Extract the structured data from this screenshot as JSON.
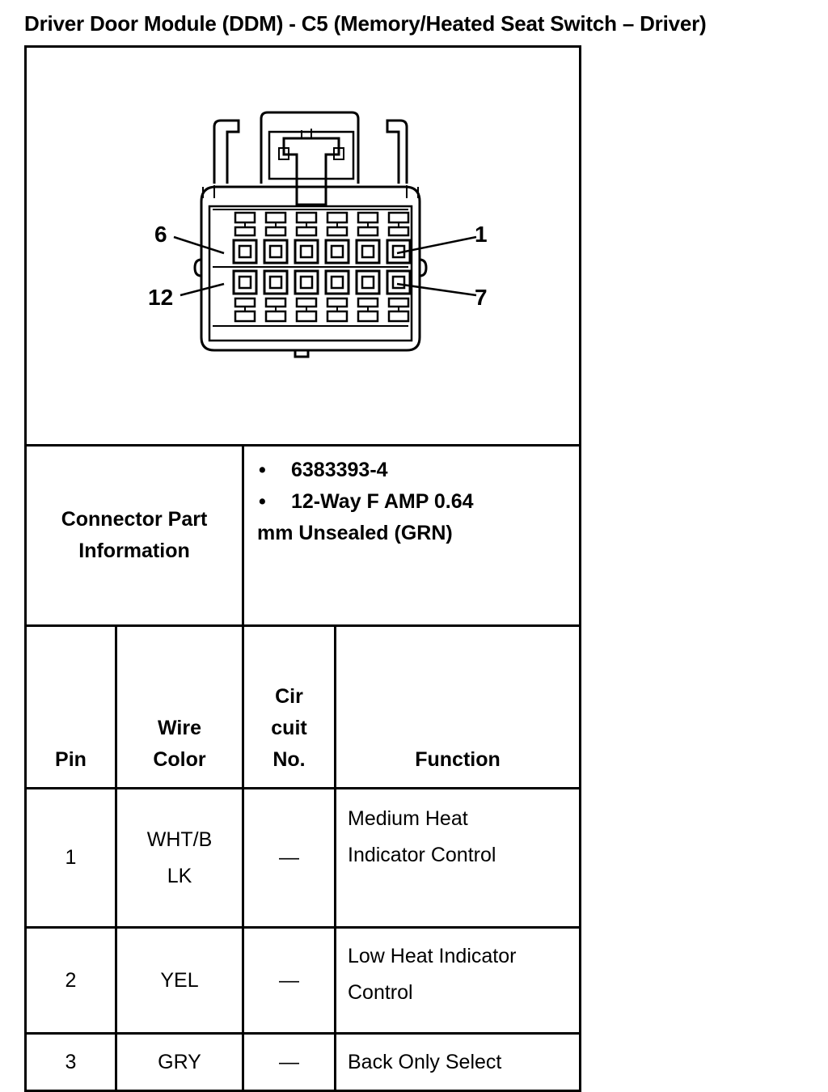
{
  "title": "Driver Door Module (DDM) - C5 (Memory/Heated Seat Switch – Driver)",
  "diagram": {
    "pin_labels": {
      "top_left": "6",
      "top_right": "1",
      "bottom_left": "12",
      "bottom_right": "7"
    }
  },
  "connector_info": {
    "label": [
      "Connector Part",
      "Information"
    ],
    "bullet": "•",
    "lines": [
      "6383393-4",
      "12-Way F AMP 0.64"
    ],
    "continuation": "mm Unsealed (GRN)"
  },
  "table": {
    "headers": {
      "pin": "Pin",
      "wire_color": [
        "Wire",
        "Color"
      ],
      "circuit": [
        "Cir",
        "cuit",
        "No."
      ],
      "function": "Function"
    },
    "rows": [
      {
        "pin": "1",
        "wire": [
          "WHT/B",
          "LK"
        ],
        "circuit": "—",
        "function": [
          "Medium Heat",
          "Indicator Control"
        ]
      },
      {
        "pin": "2",
        "wire": [
          "YEL"
        ],
        "circuit": "—",
        "function": [
          "Low Heat Indicator",
          "Control"
        ]
      },
      {
        "pin": "3",
        "wire": [
          "GRY"
        ],
        "circuit": "—",
        "function": [
          "Back Only Select"
        ]
      }
    ]
  }
}
